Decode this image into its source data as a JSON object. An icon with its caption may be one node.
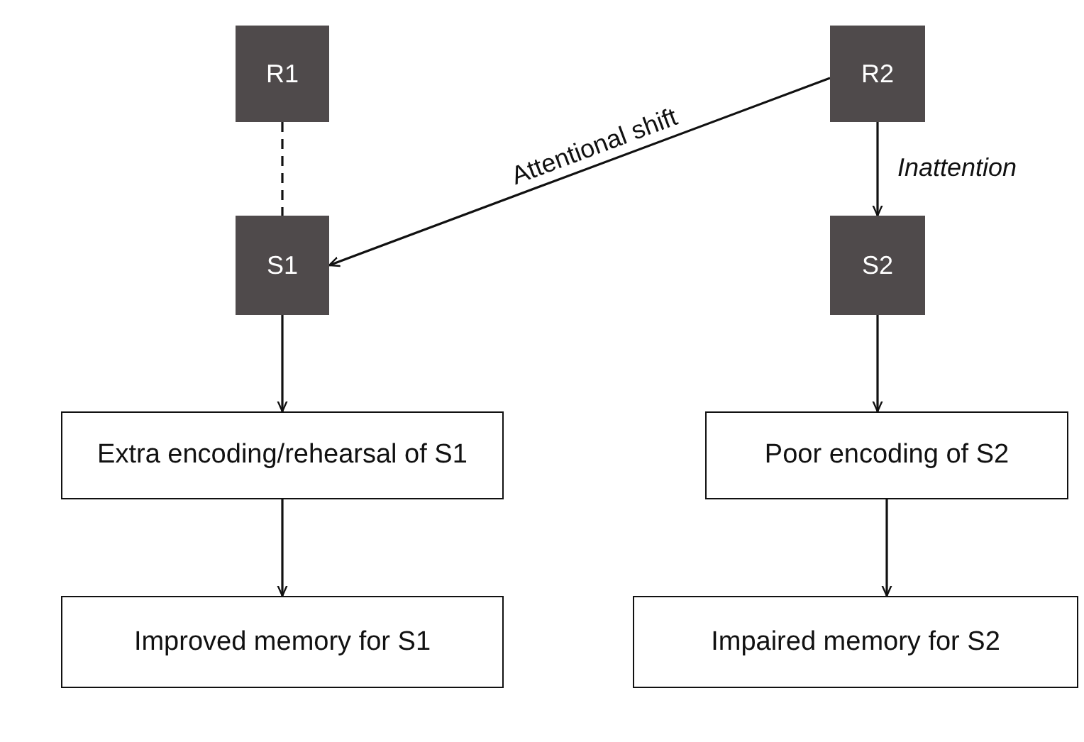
{
  "diagram": {
    "nodes": [
      {
        "text": [
          "R1"
        ]
      },
      {
        "text": [
          "R2"
        ]
      },
      {
        "text": [
          "S1"
        ]
      },
      {
        "text": [
          "S2"
        ]
      },
      {
        "text": [
          "Extra encoding/rehearsal of S1"
        ]
      },
      {
        "text": [
          "Poor encoding of S2"
        ]
      },
      {
        "text": [
          "Improved memory for S1"
        ]
      },
      {
        "text": [
          "Impaired memory for S2"
        ]
      }
    ],
    "edges": [
      {
        "from": 0,
        "to": 2,
        "arrow": "none",
        "style": "dashed"
      },
      {
        "from": 1,
        "to": 2,
        "arrow": "to",
        "label": "Attentional shift"
      },
      {
        "from": 1,
        "to": 3,
        "arrow": "to",
        "label": "Inattention"
      },
      {
        "from": 2,
        "to": 4,
        "arrow": "to"
      },
      {
        "from": 3,
        "to": 5,
        "arrow": "to"
      },
      {
        "from": 4,
        "to": 6,
        "arrow": "to"
      },
      {
        "from": 5,
        "to": 7,
        "arrow": "to"
      }
    ]
  }
}
